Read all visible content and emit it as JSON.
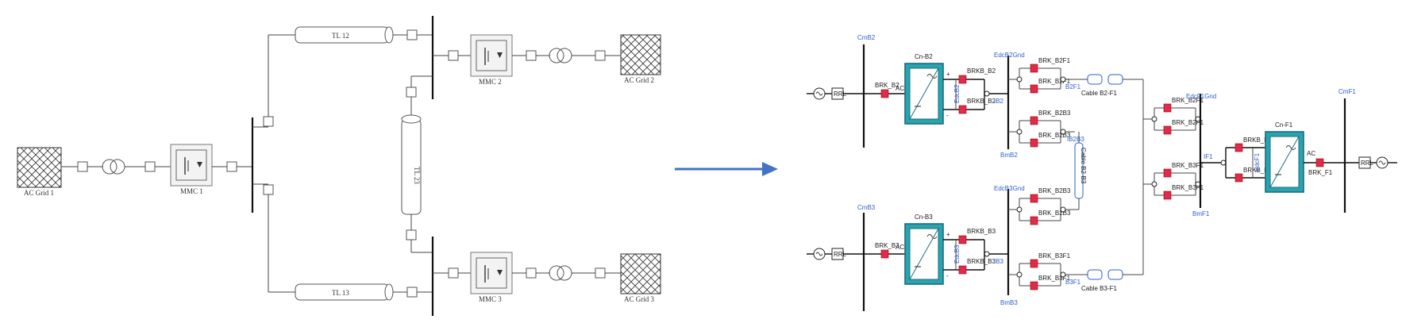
{
  "left": {
    "ac_grids": [
      "AC Grid 1",
      "AC Grid 2",
      "AC Grid 3"
    ],
    "mmcs": [
      "MMC 1",
      "MMC 2",
      "MMC 3"
    ],
    "lines": [
      "TL 12",
      "TL 13",
      "TL 23"
    ]
  },
  "arrow_color": "#4472c4",
  "right": {
    "bus_labels": [
      "CmB2",
      "CmB3",
      "CmF1",
      "BmB2",
      "BmB3",
      "BmF1"
    ],
    "conv_labels": [
      "Cn-B2",
      "Cn-B3",
      "Cn-F1"
    ],
    "brk_ac": [
      "BRK_B2",
      "BRK_B3",
      "BRK_F1"
    ],
    "ac_label": "AC",
    "rrl": "RRL",
    "brk_b2": [
      "BRKB_B2",
      "BRKB_B2"
    ],
    "brk_b3": [
      "BRKB_B3",
      "BRKB_B3"
    ],
    "edc": [
      "EdcB2",
      "EdcB3",
      "EdcB2Gnd",
      "EdcB3Gnd",
      "EdcF1Gnd",
      "EdcF1"
    ],
    "ib": [
      "IB2",
      "IB3",
      "IF1"
    ],
    "dcbrk_top": [
      "BRK_B2F1",
      "BRK_B2F1",
      "BRK_B2B3",
      "BRK_B2B3"
    ],
    "dcbrk_bot": [
      "BRK_B2B3",
      "BRK_B2B3",
      "BRK_B3F1",
      "BRK_B3F1"
    ],
    "dcbrk_f1": [
      "BRK_B2F1",
      "BRK_B2F1",
      "BRK_B3F1",
      "BRK_B3F1"
    ],
    "brk_f1dc": [
      "BRKB_F1",
      "BRKB_F1"
    ],
    "cables": [
      "Cable B2-F1",
      "Cable B3-F1",
      "Cable B2-B3"
    ],
    "cable_i": [
      "B2F1",
      "B3F1",
      "IB2B3"
    ]
  }
}
